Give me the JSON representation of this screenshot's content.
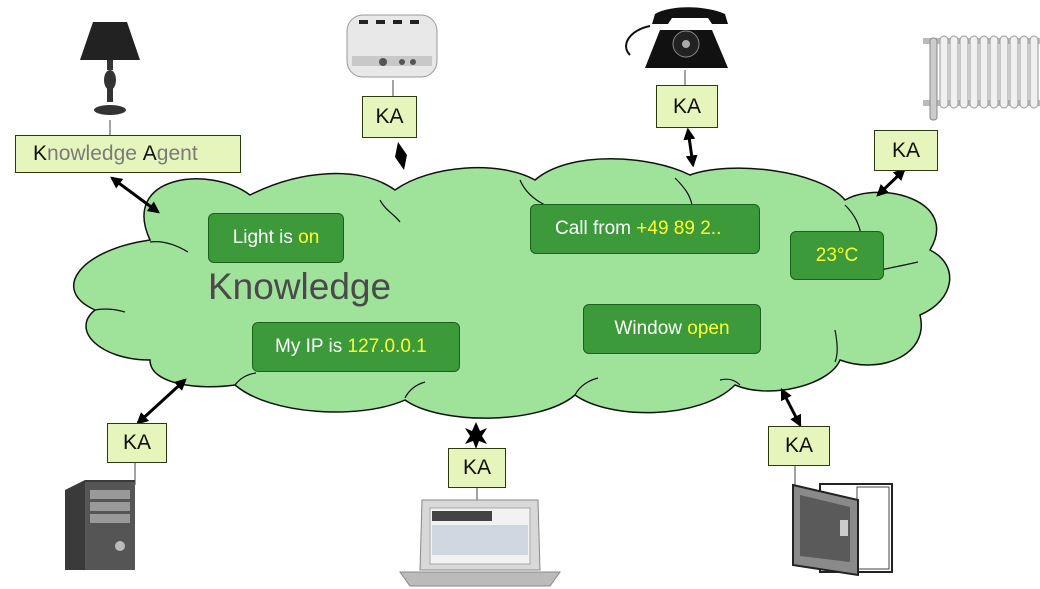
{
  "cloud": {
    "label": "Knowledge"
  },
  "agent_label": {
    "first_letter": "K",
    "first_rest": "nowledge ",
    "second_letter": "A",
    "second_rest": "gent"
  },
  "ka_label": "KA",
  "facts": {
    "light": {
      "prefix": "Light is ",
      "value": "on"
    },
    "call": {
      "prefix": "Call from ",
      "value": "+49 89 2.."
    },
    "temperature": {
      "value": "23°C"
    },
    "ip": {
      "prefix": "My IP is ",
      "value": "127.0.0.1"
    },
    "window": {
      "prefix": "Window ",
      "value": "open"
    }
  },
  "devices": [
    "lamp-icon",
    "toaster-icon",
    "telephone-icon",
    "radiator-icon",
    "computer-tower-icon",
    "laptop-icon",
    "window-icon"
  ],
  "colors": {
    "cloud_fill": "#9fe39a",
    "fact_fill": "#3c9a3a",
    "fact_highlight": "#ffff33",
    "ka_fill": "#e6f5bc"
  }
}
